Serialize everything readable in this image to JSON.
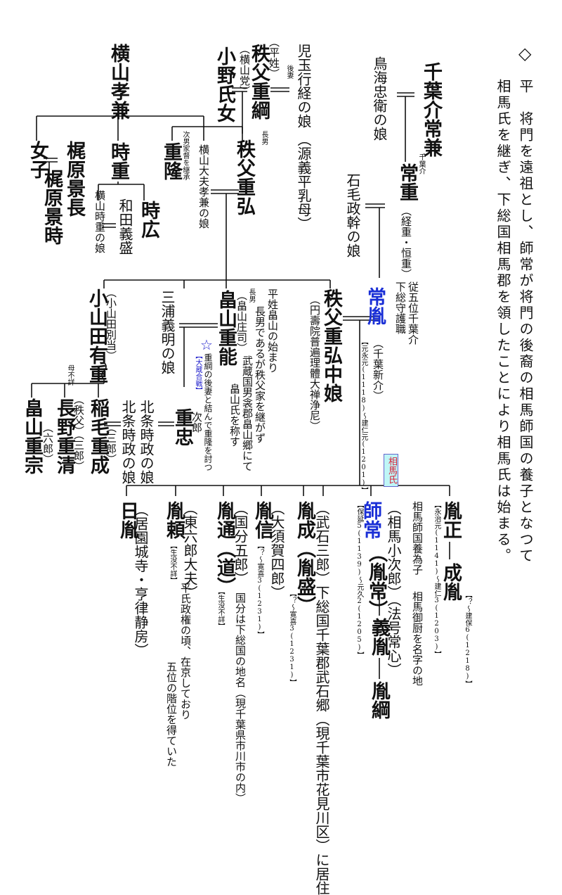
{
  "intro": {
    "marker": "◇",
    "col1": "平　将門を遠祖とし、師常が将門の後裔の相馬師国の養子となつて",
    "col2": "相馬氏を継ぎ、下総国相馬郡を領したことにより相馬氏は始まる。"
  },
  "people": {
    "yokoyama_takakane": "横山孝兼",
    "onoshi_me": "小野氏女",
    "onoshi_note": "（横山党）",
    "chichibu_shigetsuna": "秩父重綱",
    "chichibu_note": "（平姓）",
    "kodama_daughter": "児玉行経の娘",
    "kodama_note": "（源義平乳母）",
    "kodama_tag": "後妻",
    "toki_shige": "時重",
    "joshi": "女子",
    "kajiwara_kagenaga": "梶原景長",
    "kajiwara_kagetoki": "梶原景時",
    "toki_hiro": "時広",
    "wada": "和田義盛",
    "yokoyama_tokishige_daughter": "横山時重の娘",
    "shigetaka": "重隆",
    "shigetaka_note": "次男家督を継承",
    "yokoyama_daibu_daughter": "横山大夫孝兼の娘",
    "shigehiro": "秩父重弘",
    "shigehiro_tag": "長男",
    "chiba_tsunekane": "千葉介常兼",
    "chokai_daughter": "鳥海忠衛の娘",
    "tsuneshige": "常重",
    "tsuneshige_tag": "千葉介",
    "tsuneshige_note": "（経重・恒重）",
    "ishige_daughter": "石毛政幹の娘",
    "oyamada_arishige": "小山田有重",
    "oyamada_note": "（小山田別当）",
    "miura_daughter": "三浦義明の娘",
    "hatakeyama_shigeyoshi": "畠山重能",
    "hatakeyama_note": "（畠山庄司）",
    "hatakeyama_tag": "長男",
    "hatakeyama_desc1": "平姓畠山の始まり",
    "hatakeyama_desc2": "長男であるが秩父家を継がず",
    "hatakeyama_desc3": "武蔵国男衾郡畠山郷にて",
    "hatakeyama_desc4": "畠山氏を称す",
    "star": "☆",
    "star_note": "重綱の後妻と結んで重隆を討つ",
    "okura": "【大蔵合戦】",
    "enju_daughter": "秩父重弘中娘",
    "enju_note": "（円壽院普遍理體大禅浄尼）",
    "tsunetane": "常胤",
    "tsunetane_desc1": "従五位千葉介",
    "tsunetane_desc2": "下総守護職",
    "tsunetane_note": "（千葉新介）",
    "tsunetane_dates": "【元永元(1118)～建仁元(1201)】",
    "hatakeyama_shigemune": "畠山重宗",
    "shigemune_note": "（六郎）",
    "nagano": "長野重清",
    "nagano_note": "（三郎）",
    "nagano_tag": "（秩父）",
    "mother_unknown": "母不詳",
    "inage": "稲毛重成",
    "inage_note": "（三郎）",
    "hojo_tokimasa_daughter1": "北条時政の娘",
    "hojo_tokimasa_daughter2": "北条時政の娘",
    "shigetada": "重忠",
    "shigetada_tag": "次郎",
    "hichi": "日胤",
    "hichi_note": "（居園城寺・亨律静房）",
    "tanenori": "胤頼",
    "tanenori_note": "（東六郎大夫）",
    "tanenori_dates": "【生没不詳】",
    "tanenori_desc1": "平氏政権の頃、在京しており",
    "tanenori_desc2": "五位の階位を得ていた",
    "tanemichi": "胤通（道）",
    "tanemichi_note": "（国分五郎）",
    "tanemichi_dates": "【生没不詳】",
    "tanemichi_desc": "国分は下総国の地名（現千葉県市川市の内）",
    "tanenobu": "胤信",
    "tanenobu_note": "（大須賀四郎）",
    "tanenobu_dates": "【？～寛喜3(1231)】",
    "tanenari": "胤成（胤盛）",
    "tanenari_dates": "【？～寛喜3(1231)】",
    "takeishi_note": "（武石三郎）下総国千葉郡武石郷（現千葉市花見川区）に居住",
    "soma_badge": "相馬氏",
    "moro_tsune": "師常",
    "moro_tsune_note": "（相馬小次郎）（法号常心）",
    "moro_tsune_alt": "（胤常）",
    "moro_tsune_desc1": "相馬師国養為子",
    "moro_tsune_desc2": "相馬御厨を名字の地",
    "moro_tsune_dates": "【保延5(1139)～元久2(1205)】",
    "yoshitane": "義胤",
    "tanetsuna": "胤綱",
    "tanemasa": "胤正",
    "tanemasa_dates": "【永治元(1141)～建仁3(1203)】",
    "naritane": "成胤",
    "naritane_dates": "【？～建保6(1218)】"
  },
  "colors": {
    "ink": "#111111",
    "blue": "#1a2fd6",
    "badge_bg": "#bff6f6",
    "badge_text": "#d8203a"
  }
}
